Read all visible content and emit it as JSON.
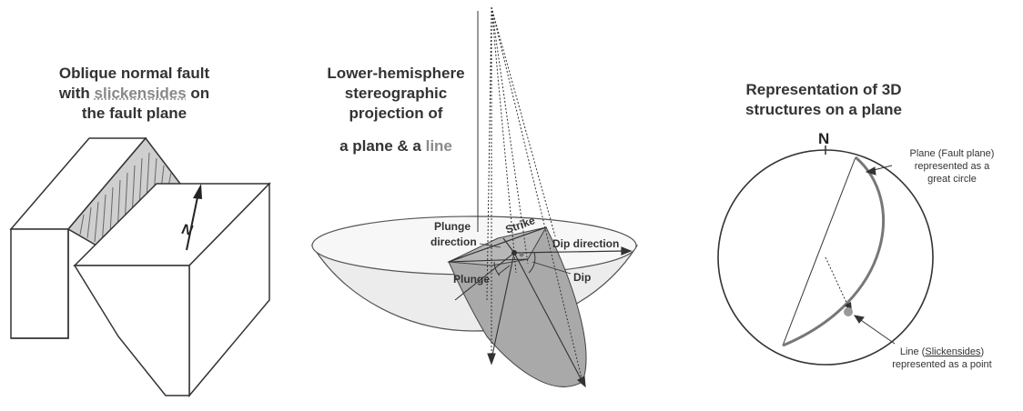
{
  "panel1": {
    "title_line1": "Oblique normal fault",
    "title_line2_prefix": "with ",
    "title_line2_highlight": "slickensides",
    "title_line2_suffix": " on",
    "title_line3": "the fault plane",
    "north_label": "N"
  },
  "panel2": {
    "title_line1": "Lower-hemisphere",
    "title_line2": "stereographic",
    "title_line3": "projection of",
    "title_line4_prefix": "a plane & a ",
    "title_line4_highlight": "line",
    "labels": {
      "plunge_direction_1": "Plunge",
      "plunge_direction_2": "direction",
      "strike": "Strike",
      "dip_direction": "Dip direction",
      "plunge": "Plunge",
      "dip": "Dip"
    }
  },
  "panel3": {
    "title_line1": "Representation of 3D",
    "title_line2": "structures on a plane",
    "north_label": "N",
    "plane_note_1": "Plane (Fault plane)",
    "plane_note_2": "represented as a",
    "plane_note_3": "great circle",
    "line_note_1_prefix": "Line (",
    "line_note_1_highlight": "Slickensides",
    "line_note_1_suffix": ")",
    "line_note_2": "represented as a point"
  },
  "colors": {
    "ink": "#333333",
    "shade": "#9a9a9a",
    "light_shade": "#e6e6e6",
    "mid_shade": "#bdbdbd"
  }
}
